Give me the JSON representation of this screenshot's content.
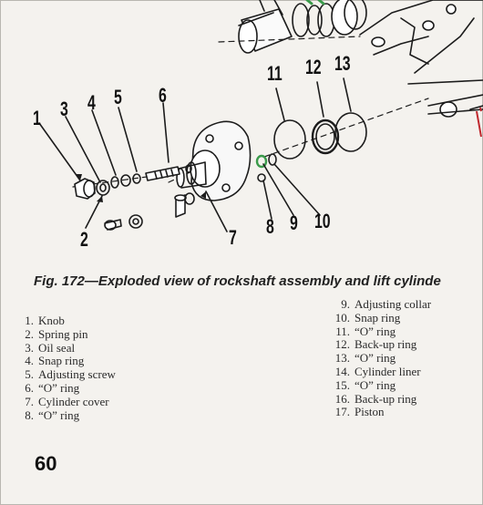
{
  "figure": {
    "caption": "Fig. 172—Exploded view of rockshaft assembly and lift cylinde",
    "callouts": [
      "1",
      "2",
      "3",
      "4",
      "5",
      "6",
      "7",
      "8",
      "9",
      "10",
      "11",
      "12",
      "13"
    ]
  },
  "parts_left": [
    {
      "num": "1.",
      "label": "Knob"
    },
    {
      "num": "2.",
      "label": "Spring pin"
    },
    {
      "num": "3.",
      "label": "Oil seal"
    },
    {
      "num": "4.",
      "label": "Snap ring"
    },
    {
      "num": "5.",
      "label": "Adjusting screw"
    },
    {
      "num": "6.",
      "label": "“O” ring"
    },
    {
      "num": "7.",
      "label": "Cylinder cover"
    },
    {
      "num": "8.",
      "label": "“O” ring"
    }
  ],
  "parts_right": [
    {
      "num": "9.",
      "label": "Adjusting collar"
    },
    {
      "num": "10.",
      "label": "Snap ring"
    },
    {
      "num": "11.",
      "label": "“O” ring"
    },
    {
      "num": "12.",
      "label": "Back-up ring"
    },
    {
      "num": "13.",
      "label": "“O” ring"
    },
    {
      "num": "14.",
      "label": "Cylinder liner"
    },
    {
      "num": "15.",
      "label": "“O” ring"
    },
    {
      "num": "16.",
      "label": "Back-up ring"
    },
    {
      "num": "17.",
      "label": "Piston"
    }
  ],
  "page_number": "60",
  "colors": {
    "paper": "#f4f2ee",
    "ink": "#222222",
    "accent_red": "#c0282e",
    "accent_green": "#3a9a4a"
  }
}
